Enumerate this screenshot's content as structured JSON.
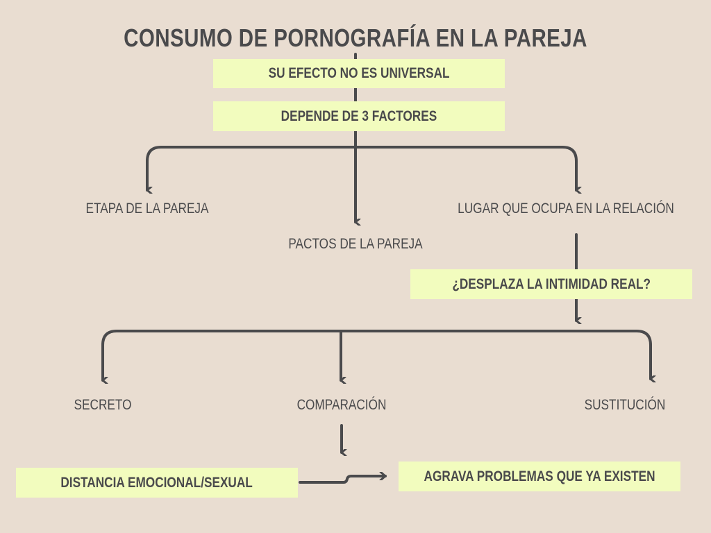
{
  "title": "CONSUMO DE PORNOGRAFÍA EN LA PAREJA",
  "boxes": {
    "effect": "SU EFECTO NO ES UNIVERSAL",
    "factors": "DEPENDE DE 3 FACTORES",
    "question": "¿DESPLAZA LA INTIMIDAD REAL?",
    "distance": "DISTANCIA EMOCIONAL/SEXUAL",
    "aggravates": "AGRAVA PROBLEMAS QUE YA EXISTEN"
  },
  "factors": [
    "ETAPA DE LA PAREJA",
    "PACTOS DE LA PAREJA",
    "LUGAR QUE OCUPA EN LA RELACIÓN"
  ],
  "outcomes": [
    "SECRETO",
    "COMPARACIÓN",
    "SUSTITUCIÓN"
  ],
  "colors": {
    "background": "#e9ddd1",
    "box": "#f2fcbe",
    "ink": "#4a4a4c"
  }
}
